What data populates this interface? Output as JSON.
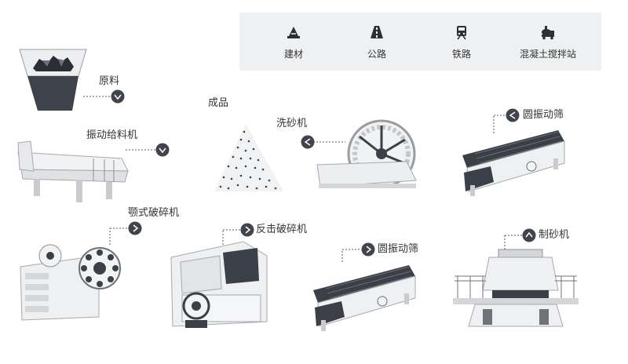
{
  "legend": {
    "items": [
      {
        "label": "建材",
        "icon": "building-material-icon"
      },
      {
        "label": "公路",
        "icon": "highway-icon"
      },
      {
        "label": "铁路",
        "icon": "railway-train-icon"
      },
      {
        "label": "混凝土搅拌站",
        "icon": "concrete-mixer-truck-icon"
      }
    ]
  },
  "machines": {
    "raw_material": "原料",
    "vibrating_feeder": "振动给料机",
    "jaw_crusher": "颚式破碎机",
    "impact_crusher": "反击破碎机",
    "finished_product": "成品",
    "sand_washer": "洗砂机",
    "vibrating_screen_top": "圆振动筛",
    "vibrating_screen_bottom": "圆振动筛",
    "sand_maker": "制砂机"
  },
  "colors": {
    "badge": "#40444d",
    "machine_light": "#f2f3f5",
    "machine_mid": "#d4d6da",
    "machine_dark": "#3b3f47",
    "legend_bg": "#eff0f2",
    "connector": "#444444"
  }
}
